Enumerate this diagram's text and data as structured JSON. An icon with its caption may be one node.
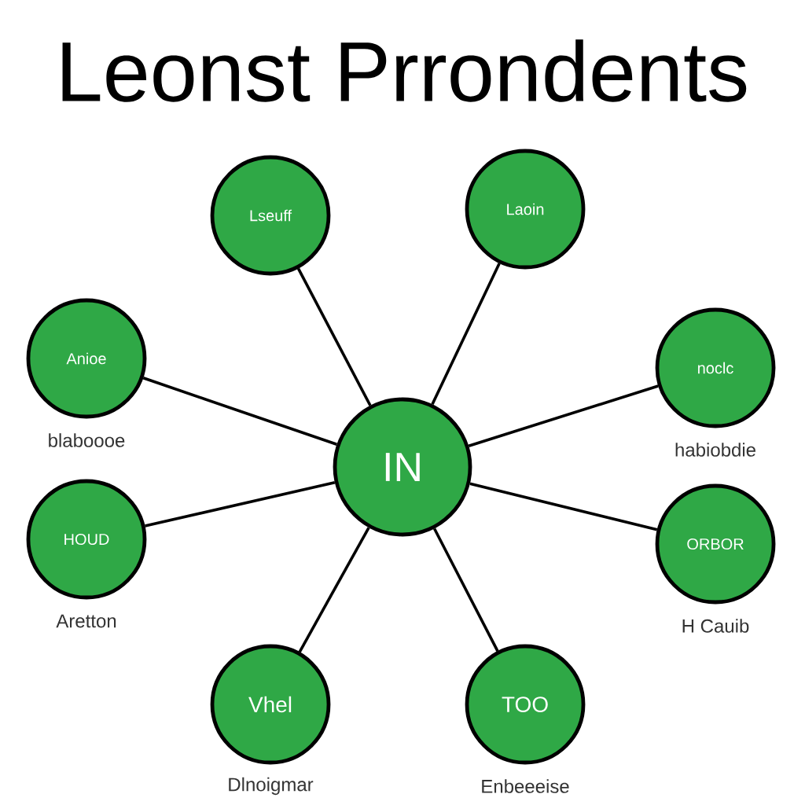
{
  "diagram": {
    "title": "Leonst Prrondents",
    "nodes": [
      {
        "text": [
          "IN"
        ]
      },
      {
        "text": [
          "Lseuff"
        ]
      },
      {
        "text": [
          "Laoin"
        ]
      },
      {
        "text": [
          "Anioe"
        ],
        "beside": [
          "blaboooe"
        ]
      },
      {
        "text": [
          "noclc"
        ],
        "beside": [
          "habiobdie"
        ]
      },
      {
        "text": [
          "HOUD"
        ],
        "beside": [
          "Aretton"
        ]
      },
      {
        "text": [
          "ORBOR"
        ],
        "beside": [
          "H Cauib"
        ]
      },
      {
        "text": [
          "Vhel"
        ],
        "beside": [
          "Dlnoigmar"
        ]
      },
      {
        "text": [
          "TOO"
        ],
        "beside": [
          "Enbeeeise"
        ]
      }
    ],
    "edges": [
      {
        "from": 0,
        "to": 1,
        "arrow": "none"
      },
      {
        "from": 0,
        "to": 2,
        "arrow": "none"
      },
      {
        "from": 0,
        "to": 3,
        "arrow": "none"
      },
      {
        "from": 0,
        "to": 4,
        "arrow": "none"
      },
      {
        "from": 0,
        "to": 5,
        "arrow": "none"
      },
      {
        "from": 0,
        "to": 6,
        "arrow": "none"
      },
      {
        "from": 0,
        "to": 7,
        "arrow": "none"
      },
      {
        "from": 0,
        "to": 8,
        "arrow": "none"
      }
    ]
  }
}
